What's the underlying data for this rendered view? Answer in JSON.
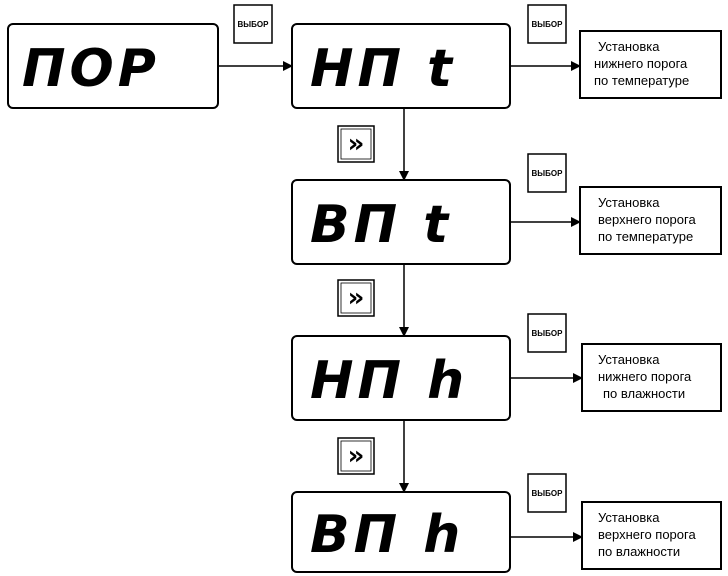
{
  "displays": {
    "main": "ПОР",
    "low_temp": "НП  t",
    "high_temp": "ВП  t",
    "low_hum": "НП  h",
    "high_hum": "ВП  h"
  },
  "buttons": {
    "select_label": "ВЫБОР",
    "next_symbol": "»"
  },
  "descriptions": {
    "low_temp": [
      "Установка",
      "нижнего порога",
      "по температуре"
    ],
    "high_temp": [
      "Установка",
      "верхнего порога",
      "по температуре"
    ],
    "low_hum": [
      "Установка",
      "нижнего порога",
      "по влажности"
    ],
    "high_hum": [
      "Установка",
      "верхнего порога",
      "по влажности"
    ]
  }
}
